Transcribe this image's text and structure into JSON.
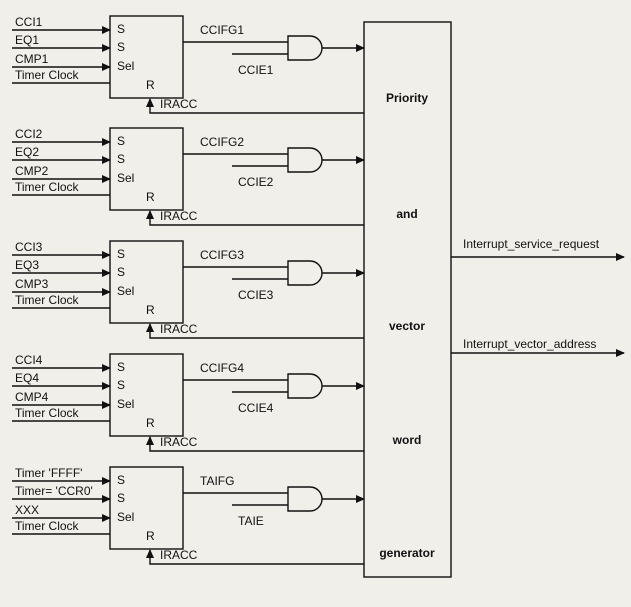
{
  "diagram": {
    "priority_block_labels": [
      "Priority",
      "and",
      "vector",
      "word",
      "generator"
    ],
    "outputs": [
      "Interrupt_service_request",
      "Interrupt_vector_address"
    ],
    "modules": [
      {
        "inputs": [
          "CCI1",
          "EQ1",
          "CMP1",
          "Timer Clock"
        ],
        "pins": [
          "S",
          "S",
          "Sel",
          "R"
        ],
        "flag": "CCIFG1",
        "enable": "CCIE1",
        "ack": "IRACC"
      },
      {
        "inputs": [
          "CCI2",
          "EQ2",
          "CMP2",
          "Timer Clock"
        ],
        "pins": [
          "S",
          "S",
          "Sel",
          "R"
        ],
        "flag": "CCIFG2",
        "enable": "CCIE2",
        "ack": "IRACC"
      },
      {
        "inputs": [
          "CCI3",
          "EQ3",
          "CMP3",
          "Timer Clock"
        ],
        "pins": [
          "S",
          "S",
          "Sel",
          "R"
        ],
        "flag": "CCIFG3",
        "enable": "CCIE3",
        "ack": "IRACC"
      },
      {
        "inputs": [
          "CCI4",
          "EQ4",
          "CMP4",
          "Timer Clock"
        ],
        "pins": [
          "S",
          "S",
          "Sel",
          "R"
        ],
        "flag": "CCIFG4",
        "enable": "CCIE4",
        "ack": "IRACC"
      },
      {
        "inputs": [
          "Timer 'FFFF'",
          "Timer= 'CCR0'",
          "XXX",
          "Timer Clock"
        ],
        "pins": [
          "S",
          "S",
          "Sel",
          "R"
        ],
        "flag": "TAIFG",
        "enable": "TAIE",
        "ack": "IRACC"
      }
    ]
  }
}
